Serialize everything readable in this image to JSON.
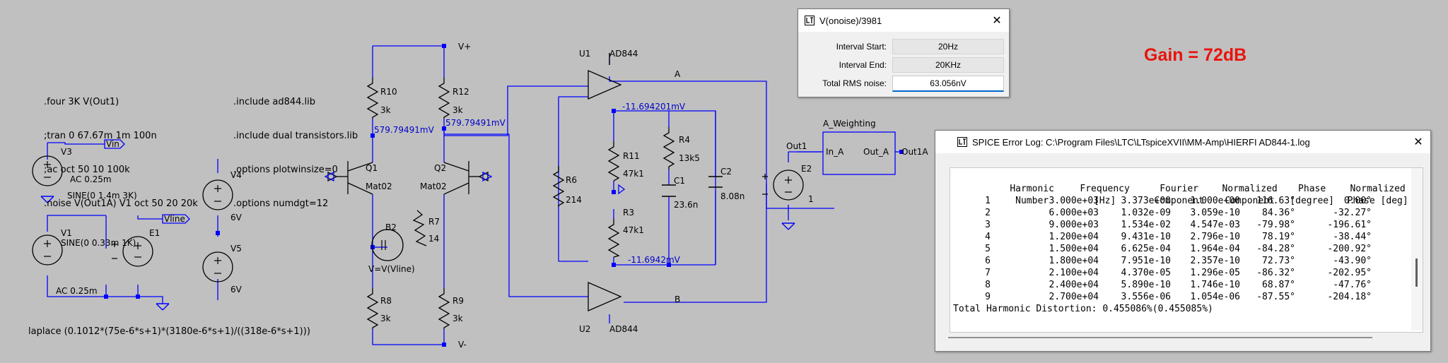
{
  "directives": {
    "analysis": [
      ".four 3K V(Out1)",
      ";tran 0 67.67m 1m 100n",
      ";ac oct 50 10 100k",
      ".noise V(Out1A) V1 oct 50 20 20k"
    ],
    "includes": [
      ".include ad844.lib",
      ".include dual transistors.lib",
      ".options plotwinsize=0",
      ".options numdgt=12"
    ],
    "laplace": "laplace (0.1012*(75e-6*s+1)*(3180e-6*s+1)/((318e-6*s+1)))"
  },
  "gain_label": "Gain = 72dB",
  "schematic": {
    "nets": {
      "vin": "Vin",
      "vline": "Vline",
      "vplus": "V+",
      "vminus": "V-",
      "out1": "Out1",
      "out1a": "Out1A",
      "a": "A",
      "b": "B"
    },
    "sources": {
      "v3": {
        "name": "V3",
        "ac": "AC 0.25m",
        "sine": "SINE(0 1.4m 3K)"
      },
      "v1": {
        "name": "V1",
        "sine": "SINE(0 0.33m 1K)",
        "ac": "AC 0.25m"
      },
      "e1": {
        "name": "E1"
      },
      "v4": {
        "name": "V4",
        "value": "6V"
      },
      "v5": {
        "name": "V5",
        "value": "6V"
      },
      "b2": {
        "name": "B2",
        "expr": "V=V(Vline)"
      },
      "e2": {
        "name": "E2",
        "value": "1"
      }
    },
    "resistors": {
      "r10": {
        "name": "R10",
        "value": "3k"
      },
      "r12": {
        "name": "R12",
        "value": "3k"
      },
      "r8": {
        "name": "R8",
        "value": "3k"
      },
      "r9": {
        "name": "R9",
        "value": "3k"
      },
      "r7": {
        "name": "R7",
        "value": "14"
      },
      "r6": {
        "name": "R6",
        "value": "214"
      },
      "r11": {
        "name": "R11",
        "value": "47k1"
      },
      "r3": {
        "name": "R3",
        "value": "47k1"
      },
      "r4": {
        "name": "R4",
        "value": "13k5"
      }
    },
    "capacitors": {
      "c1": {
        "name": "C1",
        "value": "23.6n"
      },
      "c2": {
        "name": "C2",
        "value": "8.08n"
      }
    },
    "transistors": {
      "q1": {
        "name": "Q1",
        "model": "Mat02"
      },
      "q2": {
        "name": "Q2",
        "model": "Mat02"
      }
    },
    "opamps": {
      "u1": {
        "name": "U1",
        "model": "AD844"
      },
      "u2": {
        "name": "U2",
        "model": "AD844"
      }
    },
    "weighting": {
      "name": "A_Weighting",
      "in": "In_A",
      "out": "Out_A"
    },
    "node_voltages": {
      "left": "579.79491mV",
      "right": "579.79491mV",
      "top": "-11.694201mV",
      "bottom": "-11.6942mV"
    }
  },
  "noise_dialog": {
    "title": "V(onoise)/3981",
    "interval_start_label": "Interval Start:",
    "interval_start": "20Hz",
    "interval_end_label": "Interval End:",
    "interval_end": "20KHz",
    "total_rms_label": "Total RMS noise:",
    "total_rms": "63.056nV"
  },
  "spice_log": {
    "title": "SPICE Error Log: C:\\Program Files\\LTC\\LTspiceXVII\\MM-Amp\\HIERFI AD844-1.log",
    "headers": [
      [
        "Harmonic",
        "Frequency",
        "Fourier",
        "Normalized",
        "Phase",
        "Normalized"
      ],
      [
        "Number",
        "[Hz]",
        "Component",
        "Component",
        "[degree]",
        "Phase [deg]"
      ]
    ],
    "rows": [
      [
        "1",
        "3.000e+03",
        "3.373e+00",
        "1.000e+00",
        "116.63°",
        "0.00°"
      ],
      [
        "2",
        "6.000e+03",
        "1.032e-09",
        "3.059e-10",
        "84.36°",
        "-32.27°"
      ],
      [
        "3",
        "9.000e+03",
        "1.534e-02",
        "4.547e-03",
        "-79.98°",
        "-196.61°"
      ],
      [
        "4",
        "1.200e+04",
        "9.431e-10",
        "2.796e-10",
        "78.19°",
        "-38.44°"
      ],
      [
        "5",
        "1.500e+04",
        "6.625e-04",
        "1.964e-04",
        "-84.28°",
        "-200.92°"
      ],
      [
        "6",
        "1.800e+04",
        "7.951e-10",
        "2.357e-10",
        "72.73°",
        "-43.90°"
      ],
      [
        "7",
        "2.100e+04",
        "4.370e-05",
        "1.296e-05",
        "-86.32°",
        "-202.95°"
      ],
      [
        "8",
        "2.400e+04",
        "5.890e-10",
        "1.746e-10",
        "68.87°",
        "-47.76°"
      ],
      [
        "9",
        "2.700e+04",
        "3.556e-06",
        "1.054e-06",
        "-87.55°",
        "-204.18°"
      ]
    ],
    "thd": "Total Harmonic Distortion: 0.455086%(0.455085%)"
  },
  "colors": {
    "background": "#c0c0c0",
    "wire": "#0000ff",
    "component": "#000000",
    "node_label": "#0000c8",
    "gain": "#e8140e",
    "dialog_bg": "#f0f0f0",
    "accent": "#0066cc"
  },
  "icons": {
    "app_logo": "ltspice-logo-icon",
    "close": "close-icon",
    "ground": "ground-icon",
    "voltage_source": "voltage-source-icon",
    "transistor": "npn-transistor-icon",
    "opamp": "opamp-icon",
    "resistor": "resistor-icon",
    "capacitor": "capacitor-icon"
  }
}
